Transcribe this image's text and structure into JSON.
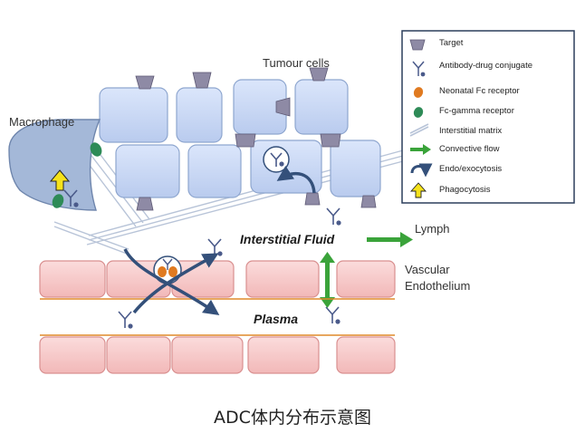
{
  "labels": {
    "tumour_cells": "Tumour cells",
    "macrophage": "Macrophage",
    "interstitial_fluid": "Interstitial Fluid",
    "lymph": "Lymph",
    "vascular": "Vascular",
    "endothelium": "Endothelium",
    "plasma": "Plasma"
  },
  "legend": {
    "items": [
      {
        "label": "Target",
        "icon": "target-icon"
      },
      {
        "label": "Antibody-drug  conjugate",
        "icon": "adc-icon"
      },
      {
        "label": "Neonatal Fc receptor",
        "icon": "fcrn-icon"
      },
      {
        "label": "Fc-gamma receptor",
        "icon": "fcgamma-receptor-icon"
      },
      {
        "label": "Interstitial matrix",
        "icon": "matrix-icon"
      },
      {
        "label": "Convective flow",
        "icon": "flow-arrow-icon"
      },
      {
        "label": "Endo/exocytosis",
        "icon": "endocytosis-arc-icon"
      },
      {
        "label": "Phagocytosis",
        "icon": "phagocytosis-arrow-icon"
      }
    ]
  },
  "caption": "ADC体内分布示意图",
  "colors": {
    "cell_fill": "#c9d8f5",
    "cell_stroke": "#8ea6cf",
    "endothelium_fill": "#f6c9c9",
    "endothelium_stroke": "#d99090",
    "target": "#8e8aa5",
    "adc": "#4a5a8a",
    "fcrn": "#e07a20",
    "fcgamma": "#2e8b57",
    "flow_green": "#3aa33a",
    "arc_blue": "#34507a",
    "phago_yellow": "#f5e21a"
  }
}
